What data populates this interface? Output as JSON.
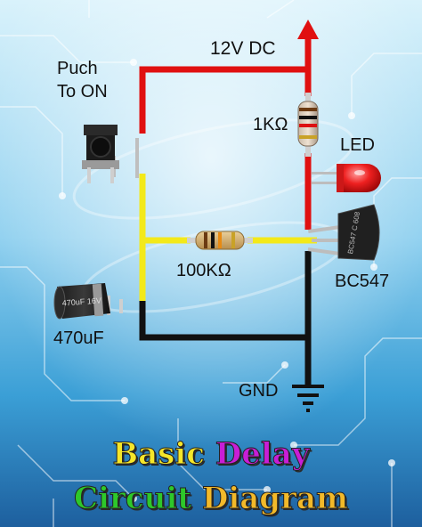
{
  "labels": {
    "supply": "12V DC",
    "switch": "Puch\nTo ON",
    "r1": "1KΩ",
    "led": "LED",
    "r2": "100KΩ",
    "transistor": "BC547",
    "capacitor": "470uF",
    "ground": "GND"
  },
  "component_markings": {
    "capacitor": "470uF 16V",
    "transistor": "BC547 C 608"
  },
  "title": {
    "line1": [
      {
        "text": "Basic",
        "color": "#f5e629"
      },
      {
        "text": " ",
        "color": "#ffffff"
      },
      {
        "text": "Delay",
        "color": "#c81ed6"
      }
    ],
    "line2": [
      {
        "text": "Circuit",
        "color": "#2ec82a"
      },
      {
        "text": " ",
        "color": "#ffffff"
      },
      {
        "text": "Diagram",
        "color": "#f2b92a"
      }
    ]
  },
  "colors": {
    "wire_positive": "#e01010",
    "wire_signal": "#f3e91a",
    "wire_ground": "#111111",
    "background_light": "#d9f2fb",
    "background_blue": "#2f95cf",
    "background_dark": "#1d5f9e"
  }
}
